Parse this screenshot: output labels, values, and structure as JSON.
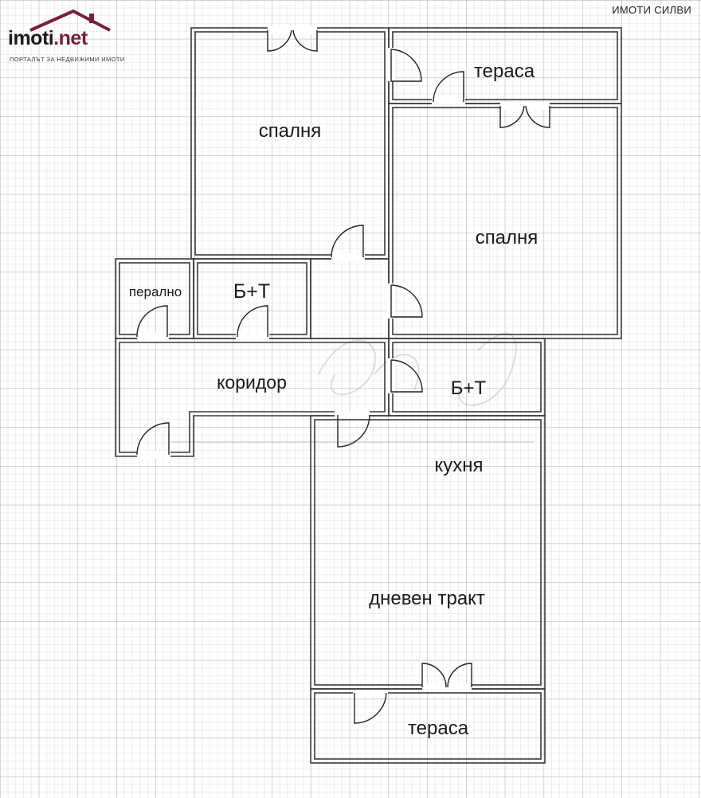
{
  "brand": {
    "logo_name": "imoti",
    "logo_tld": ".net",
    "tagline": "ПОРТАЛЪТ ЗА НЕДВИЖИМИ ИМОТИ",
    "agency": "ИМОТИ СИЛВИ"
  },
  "rooms": {
    "bedroom_1": "спалня",
    "terrace_top": "тераса",
    "bedroom_2": "спалня",
    "laundry": "перално",
    "bath_1": "Б+Т",
    "corridor": "коридор",
    "bath_2": "Б+Т",
    "kitchen": "кухня",
    "living": "дневен тракт",
    "terrace_bottom": "тераса"
  },
  "colors": {
    "wall": "#3a3a3a",
    "grid": "#cfcfcf",
    "grid_major": "#b5b5b5",
    "brand_accent": "#7b1f3a"
  }
}
